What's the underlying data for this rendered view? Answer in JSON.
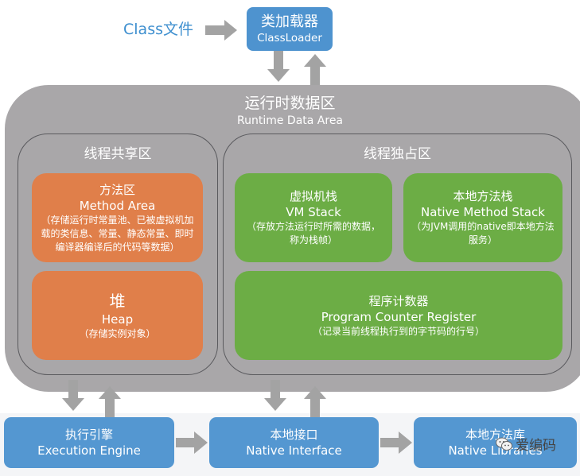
{
  "colors": {
    "blue": "#4e93cf",
    "runtime_gray": "#a9a7a9",
    "orange": "#e07f4a",
    "green": "#6cad45",
    "arrow_gray": "#a3a3a3",
    "class_file_text": "#3e8fcf"
  },
  "class_file": {
    "label": "Class文件"
  },
  "class_loader": {
    "zh": "类加载器",
    "en": "ClassLoader"
  },
  "runtime_data_area": {
    "zh": "运行时数据区",
    "en": "Runtime Data Area",
    "shared": {
      "title": "线程共享区",
      "method_area": {
        "zh": "方法区",
        "en": "Method Area",
        "note": "（存储运行时常量池、已被虚拟机加载的类信息、常量、静态常量、即时编译器编译后的代码等数据）"
      },
      "heap": {
        "zh": "堆",
        "en": "Heap",
        "note": "（存储实例对象）"
      }
    },
    "private": {
      "title": "线程独占区",
      "vm_stack": {
        "zh": "虚拟机栈",
        "en": "VM Stack",
        "note": "（存放方法运行时所需的数据，称为栈帧）"
      },
      "native_method_stack": {
        "zh": "本地方法栈",
        "en": "Native Method Stack",
        "note": "（为JVM调用的native即本地方法服务）"
      },
      "program_counter": {
        "zh": "程序计数器",
        "en": "Program Counter Register",
        "note": "（记录当前线程执行到的字节码的行号）"
      }
    }
  },
  "execution_engine": {
    "zh": "执行引擎",
    "en": "Execution Engine"
  },
  "native_interface": {
    "zh": "本地接口",
    "en": "Native Interface"
  },
  "native_libraries": {
    "zh": "本地方法库",
    "en": "Native Libraries"
  },
  "watermark": {
    "icon": "wechat-icon",
    "text": "爱编码"
  }
}
